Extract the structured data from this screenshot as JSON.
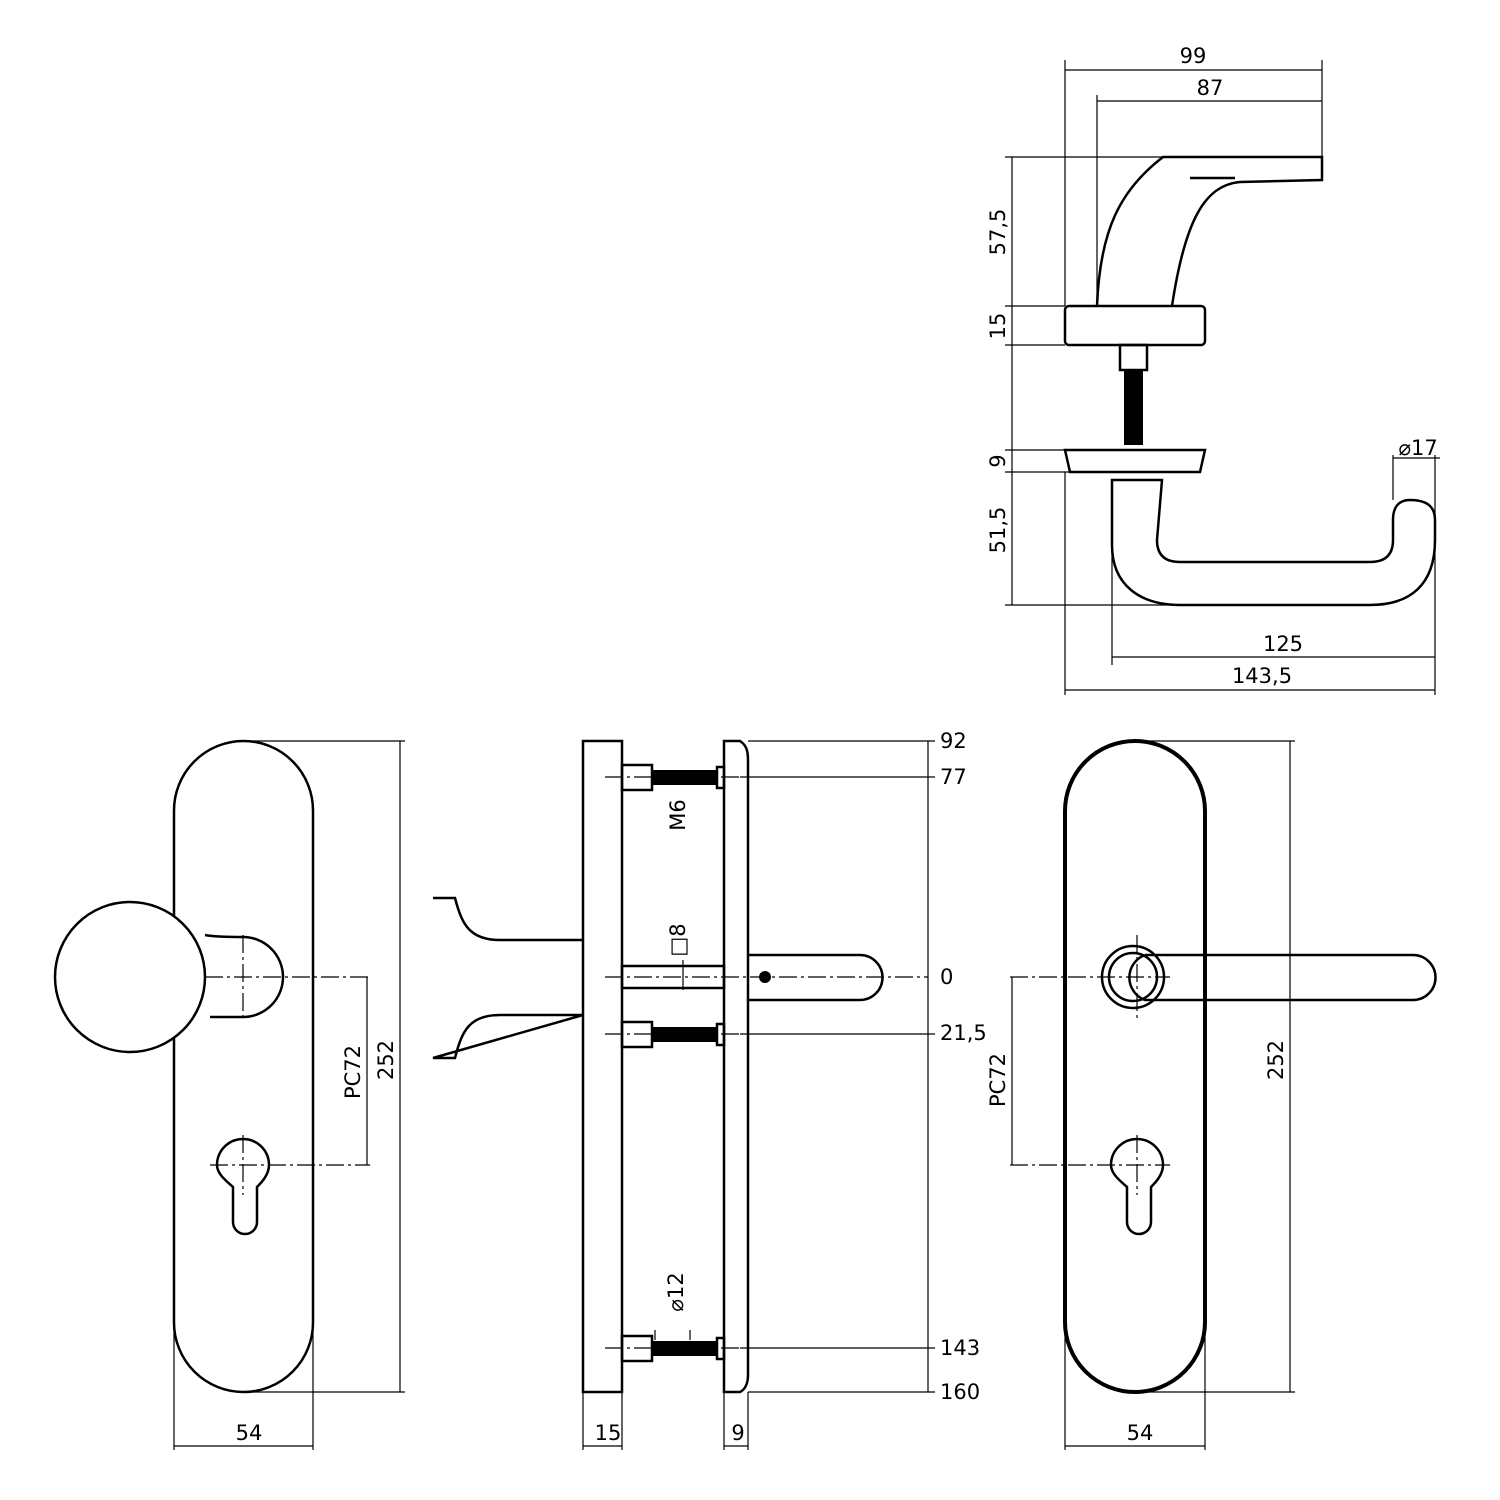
{
  "top_view": {
    "d99": "99",
    "d87": "87",
    "d57_5": "57,5",
    "d15": "15",
    "d9": "9",
    "d17": "⌀17",
    "d51_5": "51,5",
    "d125": "125",
    "d143_5": "143,5"
  },
  "knob_view": {
    "width": "54",
    "height": "252",
    "pc": "PC72"
  },
  "side_view": {
    "m6": "M6",
    "sq8": "□8",
    "d12": "⌀12",
    "d15": "15",
    "d9": "9",
    "l92": "92",
    "l77": "77",
    "l0": "0",
    "l21_5": "21,5",
    "l143": "143",
    "l160": "160"
  },
  "lever_view": {
    "width": "54",
    "height": "252",
    "pc": "PC72"
  }
}
